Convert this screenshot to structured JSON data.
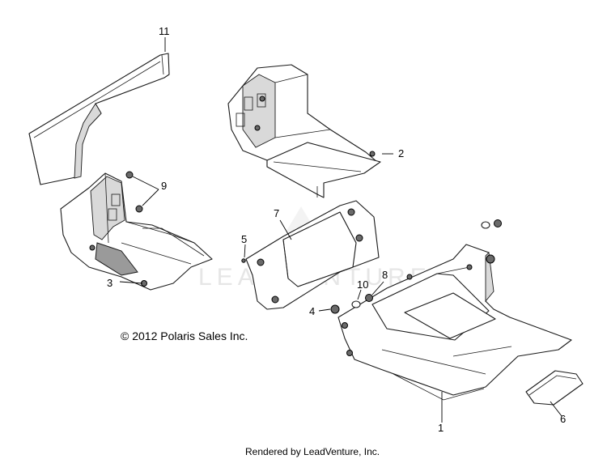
{
  "callouts": {
    "c1": "1",
    "c2": "2",
    "c3": "3",
    "c4": "4",
    "c5": "5",
    "c6": "6",
    "c7": "7",
    "c8": "8",
    "c9": "9",
    "c10": "10",
    "c11": "11"
  },
  "copyright": "© 2012 Polaris Sales Inc.",
  "footer": "Rendered by LeadVenture, Inc.",
  "watermark": "LEADVENTURE"
}
